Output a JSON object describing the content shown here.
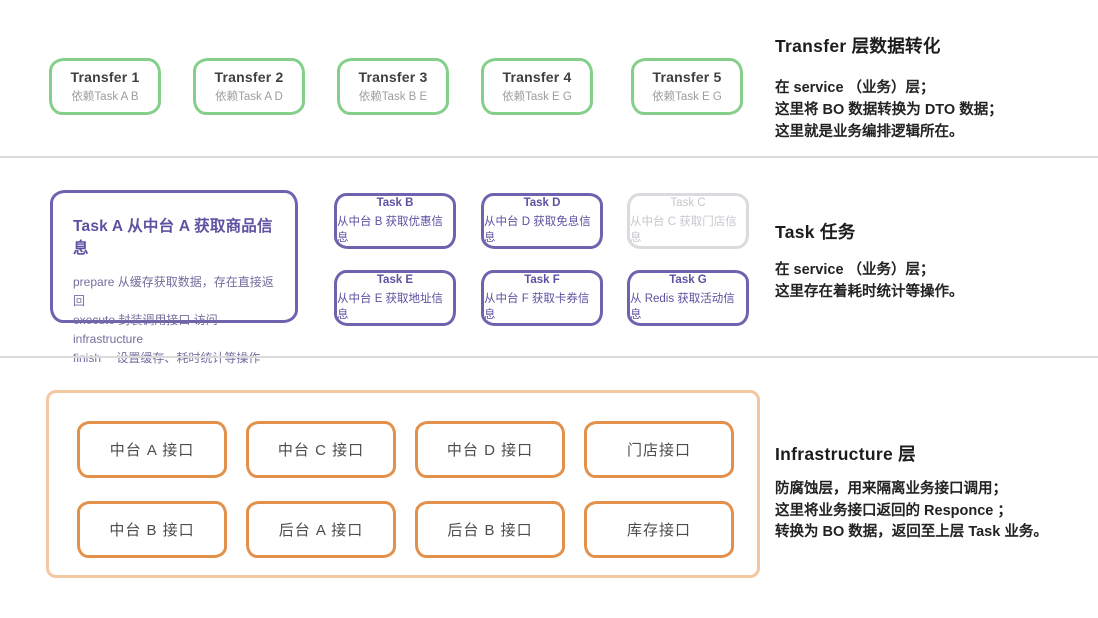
{
  "colors": {
    "green": "#85cf8b",
    "purple": "#6e63ae",
    "purple-text": "#5d52a1",
    "purple-soft": "#756d9e",
    "orange": "#e2904a",
    "orange-light": "#f4c89e",
    "muted-border": "#dbdbdf",
    "muted-text": "#c7c7cd",
    "divider": "#dadada"
  },
  "transfer": {
    "boxes": [
      {
        "title": "Transfer 1",
        "sub": "依赖Task A B"
      },
      {
        "title": "Transfer 2",
        "sub": "依赖Task A D"
      },
      {
        "title": "Transfer 3",
        "sub": "依赖Task B E"
      },
      {
        "title": "Transfer 4",
        "sub": "依赖Task E G"
      },
      {
        "title": "Transfer 5",
        "sub": "依赖Task E G"
      }
    ],
    "note": {
      "title": "Transfer 层数据转化",
      "lines": [
        "在 service （业务）层；",
        "这里将 BO 数据转换为 DTO 数据；",
        "这里就是业务编排逻辑所在。"
      ]
    }
  },
  "task": {
    "main": {
      "title": "Task A 从中台 A 获取商品信息",
      "lines": [
        "prepare 从缓存获取数据，存在直接返回",
        "execute 封装调用接口 访问 infrastructure",
        "finish　 设置缓存、耗时统计等操作"
      ]
    },
    "small": [
      {
        "title": "Task B",
        "sub": "从中台 B 获取优惠信息"
      },
      {
        "title": "Task D",
        "sub": "从中台 D 获取免息信息"
      },
      {
        "title": "Task C",
        "sub": "从中台 C 获取门店信息"
      },
      {
        "title": "Task E",
        "sub": "从中台 E 获取地址信息"
      },
      {
        "title": "Task F",
        "sub": "从中台 F 获取卡券信息"
      },
      {
        "title": "Task G",
        "sub": "从 Redis 获取活动信息"
      }
    ],
    "note": {
      "title": "Task 任务",
      "lines": [
        "在 service （业务）层；",
        "这里存在着耗时统计等操作。"
      ]
    }
  },
  "infrastructure": {
    "boxes": [
      "中台 A 接口",
      "中台 C 接口",
      "中台 D 接口",
      "门店接口",
      "中台 B 接口",
      "后台 A 接口",
      "后台 B 接口",
      "库存接口"
    ],
    "note": {
      "title": "Infrastructure 层",
      "lines": [
        "防腐蚀层，用来隔离业务接口调用；",
        "这里将业务接口返回的 Responce ；",
        "转换为 BO 数据，返回至上层 Task 业务。"
      ]
    }
  }
}
